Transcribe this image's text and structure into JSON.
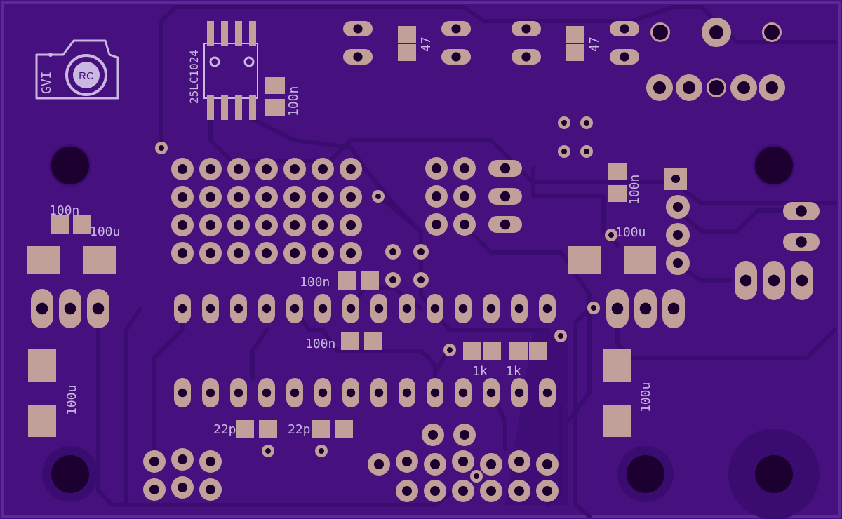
{
  "colors": {
    "board": "#46117f",
    "board_edge": "#5a2a99",
    "trace": "#3a0c70",
    "pad": "#c2a09a",
    "drill": "#1b0030",
    "silk": "#c9b8e0"
  },
  "logo": {
    "text": "GVI",
    "badge": "RC",
    "icon": "camera-icon"
  },
  "labels": {
    "eeprom": "25LC1024",
    "c_eeprom": "100n",
    "r47_left": "47",
    "r47_right": "47",
    "c_right_mid": "100n",
    "c_left_n": "100n",
    "c_left_u": "100u",
    "c_right_u": "100u",
    "c_center_1": "100n",
    "c_center_2": "100n",
    "c_left_u_vertical": "100u",
    "c_right_u_vertical": "100u",
    "r1k_left": "1k",
    "r1k_right": "1k",
    "xtal_cap_left": "22p",
    "xtal_cap_right": "22p"
  }
}
